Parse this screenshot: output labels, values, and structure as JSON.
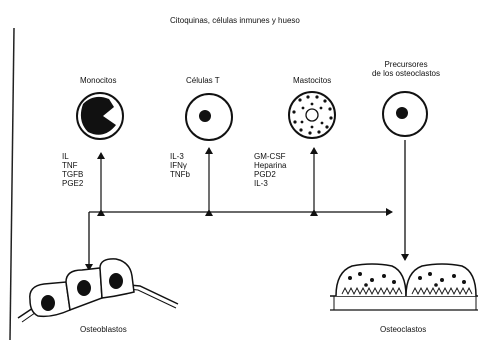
{
  "title": "Citoquinas, células inmunes y hueso",
  "cells": {
    "monocitos": "Monocitos",
    "celulas_t": "Células T",
    "mastocitos": "Mastocitos",
    "precursores": [
      "Precursores",
      "de los osteoclastos"
    ]
  },
  "factors": {
    "monocitos": [
      "IL",
      "TNF",
      "TGFB",
      "PGE2"
    ],
    "celulas_t": [
      "IL-3",
      "IFNγ",
      "TNFb"
    ],
    "mastocitos": [
      "GM-CSF",
      "Heparina",
      "PGD2",
      "IL-3"
    ]
  },
  "bottom": {
    "osteoblastos": "Osteoblastos",
    "osteoclastos": "Osteoclastos"
  }
}
